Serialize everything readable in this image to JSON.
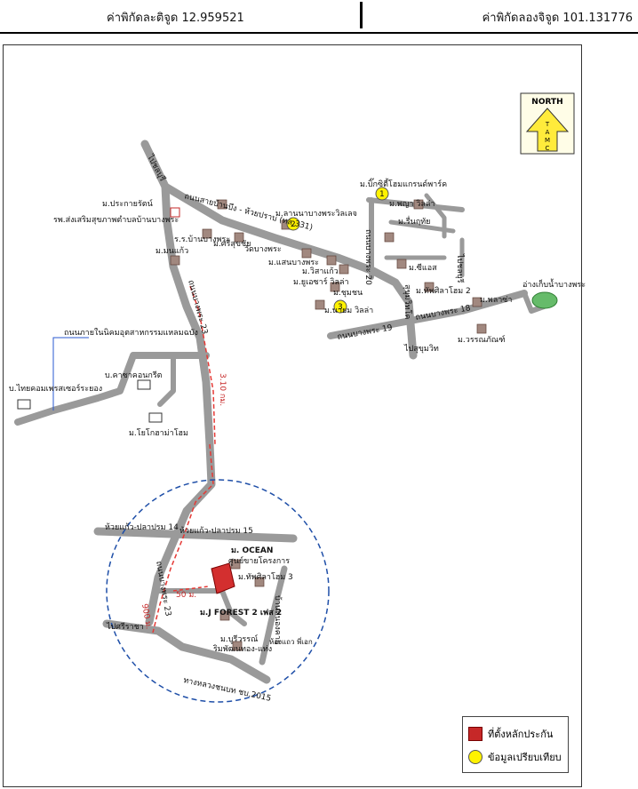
{
  "header": {
    "latitude": "ค่าพิกัดละติจูด 12.959521",
    "longitude": "ค่าพิกัดลองจิจูด 101.131776"
  },
  "north": {
    "title": "NORTH",
    "letters": [
      "T",
      "A",
      "M",
      "C"
    ]
  },
  "labels": {
    "to_chonburi": "ไปชลบุรี",
    "hwy_banbueng": "ถนนสายบ้านบึง - ห้วยปราบ (ทล.331)",
    "prakhai": "ม.ประกายรัตน์",
    "health": "รพ.ส่งเสริมสุขภาพตำบลบ้านบางพระ",
    "school": "ร.ร.บ้านบางพระ",
    "srisuk": "ม.ศรีสุขชัย",
    "lanna": "ม.ลานนาบางพระวิลเลจ",
    "wat": "วัดบางพระ",
    "mon": "ม.มนแก้ว",
    "sanbangpra": "ม.แสนบางพระ",
    "wisan": "ม.วิสาแก้ว",
    "ausa": "ม.ยูเอซาร์ วิลล่า",
    "chumchon": "ม.ชุมชน",
    "naim": "ม.นายม วิลล่า",
    "siam": "ม.ซีแอส",
    "ruen": "ม.รื่นฤทัย",
    "bigcity": "ม.บิ๊กซิตี้โฮมแกรนด์พาร์ค",
    "phaya": "ม.พญา วิลล่า",
    "road20": "ถนนบางพระ 20",
    "sukhumvit": "สุขุมวิทโค",
    "thap2": "ม.ทัพศิลาโฮม 2",
    "road18": "ถนนบางพระ 18",
    "plaza": "ม.พลาซ่า",
    "mansion": "ม.วรรณภัณฑ์",
    "lake": "อ่างเก็บน้ำบางพระ",
    "roadside": "ถนนบางพระ 23",
    "road19": "ถนนบางพระ 19",
    "to_sukhumvit": "ไปสุขุมวิท",
    "to_chon2": "ไปชลบุรี",
    "soi": "ถนนภายในนิคมอุตสาหกรรมแหลมฉบัง",
    "thai_factory": "บ.ไทยคอมเพรสเซอร์ระยอง",
    "kasem": "บ.คาซาคอนกรีต",
    "yok": "ม.โยโกฮาม่าโฮม",
    "dist_long": "3.10 กม.",
    "fork_left": "ห้วยแก้ว-ปลาปรม 14",
    "fork_right": "ห้วยแก้ว-ปลาปรม 15",
    "ocean": "ม. OCEAN",
    "ocean_sub": "ศูนย์ขายโครงการ",
    "thap3": "ม.ทัพศิลาโฮม 3",
    "road23b": "ถนนบางพระ 23",
    "dist_short": "50 ม.",
    "dist_left": "900 ม.",
    "forest": "ม.J FOREST 2 เฟส 2",
    "to_sriracha": "ไปศรีราชา",
    "bibi": "ม.บูรีวรรณ์",
    "bibi_sub": "ริมพัฒนทอง-แท่ง",
    "highway2015": "ทางหลวงชนบท ชบ.2015",
    "kaeng": "บ้านหนองคาย",
    "box_label": "ห้องแถว พี่เอก",
    "legend_red": "ที่ตั้งหลักประกัน",
    "legend_yellow": "ข้อมูลเปรียบเทียบ",
    "n1": "1",
    "n2": "2",
    "n3": "3"
  }
}
